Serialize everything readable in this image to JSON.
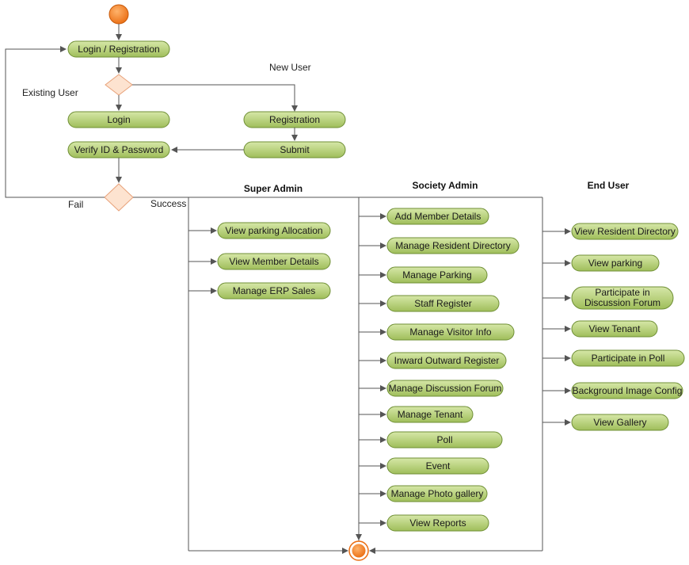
{
  "flow": {
    "login_registration": "Login / Registration",
    "new_user": "New User",
    "existing_user": "Existing User",
    "login": "Login",
    "registration": "Registration",
    "submit": "Submit",
    "verify": "Verify ID & Password",
    "fail": "Fail",
    "success": "Success"
  },
  "lanes": {
    "super_admin": {
      "title": "Super Admin",
      "items": [
        "View parking Allocation",
        "View Member Details",
        "Manage ERP Sales"
      ]
    },
    "society_admin": {
      "title": "Society Admin",
      "items": [
        "Add Member Details",
        "Manage Resident Directory",
        "Manage Parking",
        "Staff Register",
        "Manage Visitor Info",
        "Inward Outward Register",
        "Manage Discussion Forum",
        "Manage Tenant",
        "Poll",
        "Event",
        "Manage Photo gallery",
        "View Reports"
      ]
    },
    "end_user": {
      "title": "End User",
      "items": [
        "View Resident Directory",
        "View parking",
        "Participate in\nDiscussion Forum",
        "View Tenant",
        "Participate in Poll",
        "Background Image Config",
        "View Gallery"
      ]
    }
  },
  "colors": {
    "pill_fill_top": "#cfe2a0",
    "pill_fill_bottom": "#9dbd59",
    "pill_stroke": "#6f8f35",
    "start_node": "#f07f22",
    "decision_fill": "#fde3d0",
    "decision_stroke": "#e8a27a"
  }
}
